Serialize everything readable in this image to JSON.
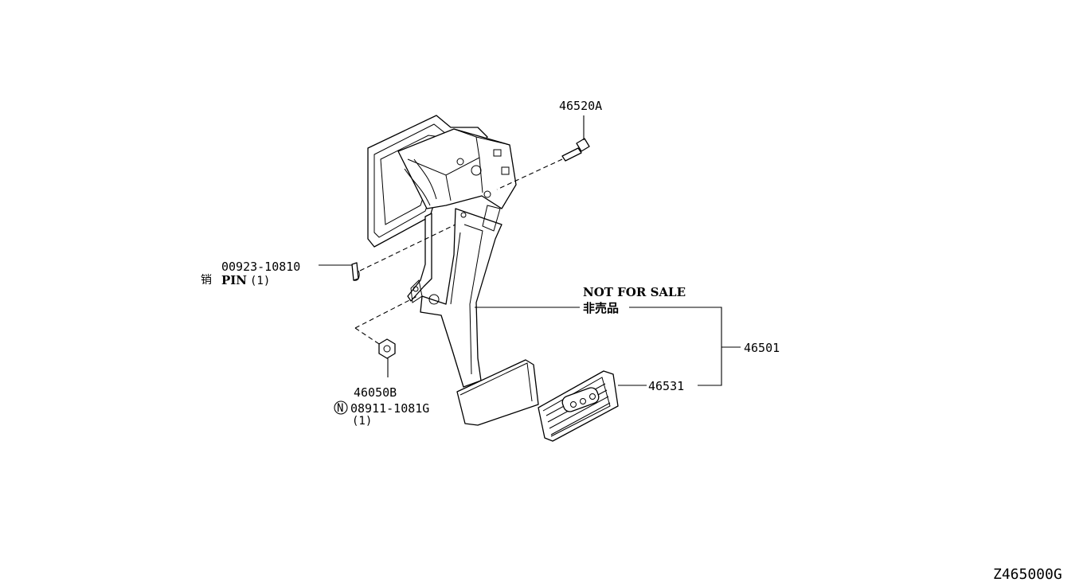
{
  "callouts": {
    "bolt": "46520A",
    "pin_number": "00923-10810",
    "pin_name": "PIN",
    "pin_qty": "(1)",
    "nut": "46050B",
    "nut_ref": "08911-1081G",
    "nut_qty": "(1)",
    "nut_marker": "N",
    "not_for_sale": "NOT FOR SALE",
    "not_for_sale_cjk": "非売品",
    "pedal_assy": "46501",
    "pedal_pad": "46531"
  },
  "footer": {
    "diagram_code": "Z465000G"
  }
}
